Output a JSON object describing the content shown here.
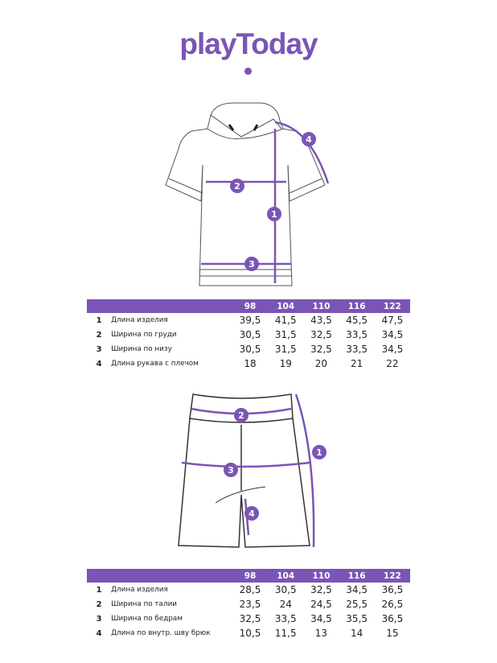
{
  "brand": {
    "logo_text": "playToday",
    "accent_color": "#7a55b5"
  },
  "top_table": {
    "sizes": [
      "98",
      "104",
      "110",
      "116",
      "122"
    ],
    "rows": [
      {
        "num": "1",
        "label": "Длина изделия",
        "values": [
          "39,5",
          "41,5",
          "43,5",
          "45,5",
          "47,5"
        ]
      },
      {
        "num": "2",
        "label": "Ширина по груди",
        "values": [
          "30,5",
          "31,5",
          "32,5",
          "33,5",
          "34,5"
        ]
      },
      {
        "num": "3",
        "label": "Ширина по низу",
        "values": [
          "30,5",
          "31,5",
          "32,5",
          "33,5",
          "34,5"
        ]
      },
      {
        "num": "4",
        "label": "Длина рукава с плечом",
        "values": [
          "18",
          "19",
          "20",
          "21",
          "22"
        ]
      }
    ]
  },
  "bottom_table": {
    "sizes": [
      "98",
      "104",
      "110",
      "116",
      "122"
    ],
    "rows": [
      {
        "num": "1",
        "label": "Длина изделия",
        "values": [
          "28,5",
          "30,5",
          "32,5",
          "34,5",
          "36,5"
        ]
      },
      {
        "num": "2",
        "label": "Ширина по талии",
        "values": [
          "23,5",
          "24",
          "24,5",
          "25,5",
          "26,5"
        ]
      },
      {
        "num": "3",
        "label": "Ширина по бедрам",
        "values": [
          "32,5",
          "33,5",
          "34,5",
          "35,5",
          "36,5"
        ]
      },
      {
        "num": "4",
        "label": "Длина по внутр. шву брюк",
        "values": [
          "10,5",
          "11,5",
          "13",
          "14",
          "15"
        ]
      }
    ]
  },
  "markers": {
    "m1": "1",
    "m2": "2",
    "m3": "3",
    "m4": "4"
  }
}
